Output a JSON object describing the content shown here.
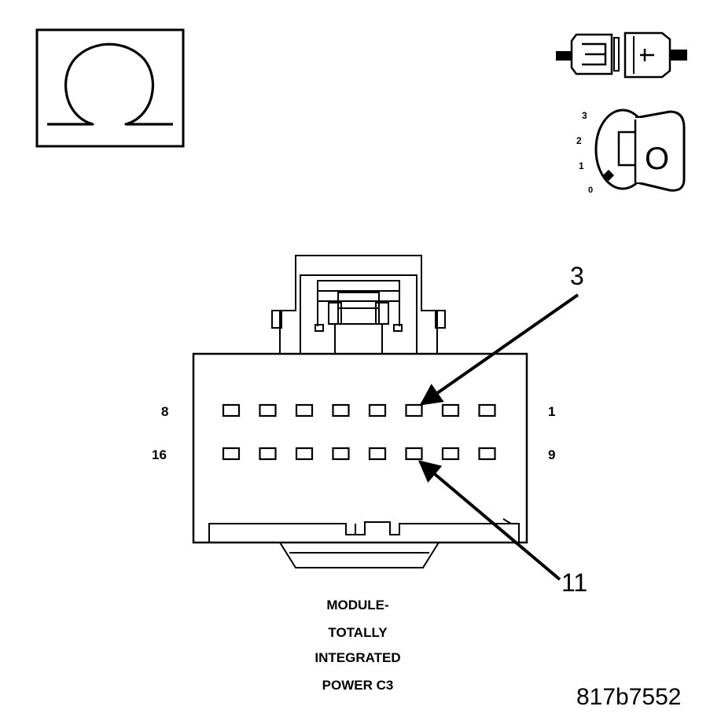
{
  "diagram": {
    "ohm_symbol": {
      "icon": "ohm-meter-icon",
      "glyph": "Ω"
    },
    "connector_icon": {
      "icon": "disconnected-connector-icon"
    },
    "ignition_icon": {
      "icon": "ignition-key-icon",
      "positions": [
        "3",
        "2",
        "1",
        "0"
      ],
      "key_text": "O",
      "selected_position": "0"
    },
    "connector": {
      "row1_left_label": "8",
      "row1_right_label": "1",
      "row2_left_label": "16",
      "row2_right_label": "9",
      "pins_per_row": 8,
      "callouts": [
        {
          "label": "3",
          "pin": 3
        },
        {
          "label": "11",
          "pin": 11
        }
      ]
    },
    "caption_lines": [
      "MODULE-",
      "TOTALLY",
      "INTEGRATED",
      "POWER C3"
    ],
    "figure_id": "817b7552"
  }
}
